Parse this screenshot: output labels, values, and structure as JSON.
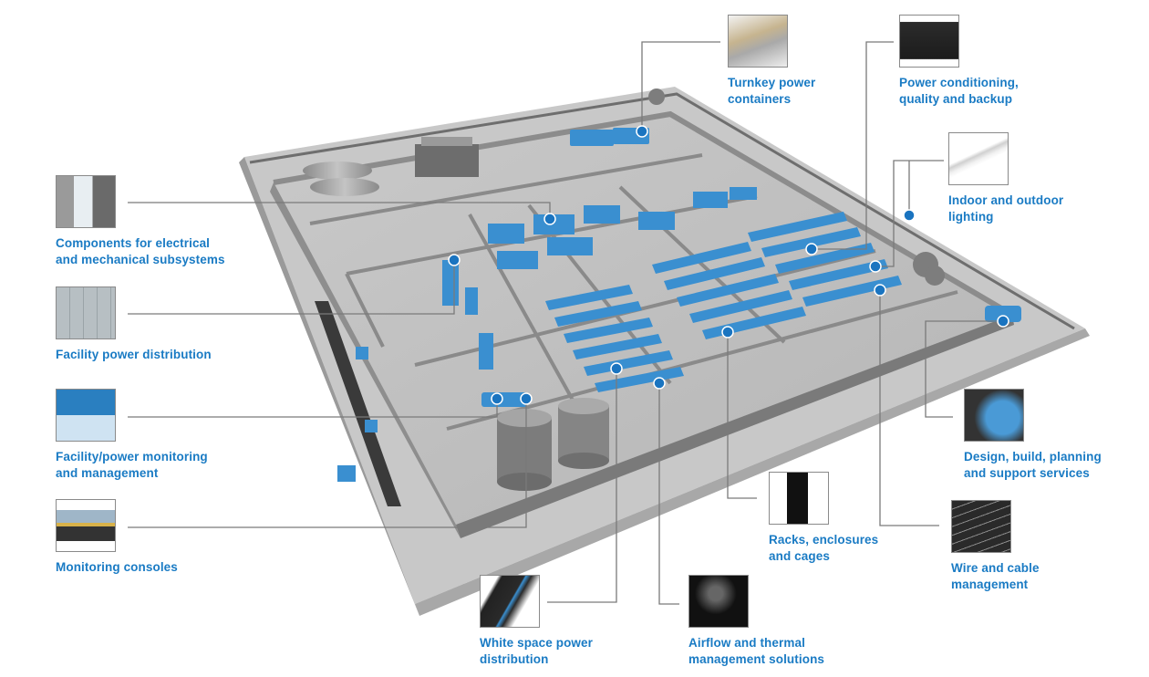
{
  "diagram": {
    "subject": "Data center facility cutaway",
    "accent_color": "#1a7bc4",
    "equipment_color": "#3a8fd0",
    "callouts": [
      {
        "id": "turnkey",
        "label_lines": [
          "Turnkey power",
          "containers"
        ],
        "icon": "power-container-icon"
      },
      {
        "id": "power-conditioning",
        "label_lines": [
          "Power conditioning,",
          "quality and backup"
        ],
        "icon": "ups-cabinet-icon"
      },
      {
        "id": "lighting",
        "label_lines": [
          "Indoor and outdoor",
          "lighting"
        ],
        "icon": "light-fixture-icon"
      },
      {
        "id": "components",
        "label_lines": [
          "Components for electrical",
          "and mechanical subsystems"
        ],
        "icon": "drive-panel-icon"
      },
      {
        "id": "facility-power",
        "label_lines": [
          "Facility power distribution"
        ],
        "icon": "switchgear-icon"
      },
      {
        "id": "monitoring",
        "label_lines": [
          "Facility/power monitoring",
          "and management"
        ],
        "icon": "software-screen-icon"
      },
      {
        "id": "consoles",
        "label_lines": [
          "Monitoring consoles"
        ],
        "icon": "console-desk-icon"
      },
      {
        "id": "design",
        "label_lines": [
          "Design, build, planning",
          "and support services"
        ],
        "icon": "technician-icon"
      },
      {
        "id": "racks",
        "label_lines": [
          "Racks, enclosures",
          "and cages"
        ],
        "icon": "server-rack-icon"
      },
      {
        "id": "wire",
        "label_lines": [
          "Wire and cable",
          "management"
        ],
        "icon": "cable-tray-icon"
      },
      {
        "id": "whitespace",
        "label_lines": [
          "White space power",
          "distribution"
        ],
        "icon": "pdu-strip-icon"
      },
      {
        "id": "airflow",
        "label_lines": [
          "Airflow and thermal",
          "management solutions"
        ],
        "icon": "aisle-containment-icon"
      }
    ]
  }
}
